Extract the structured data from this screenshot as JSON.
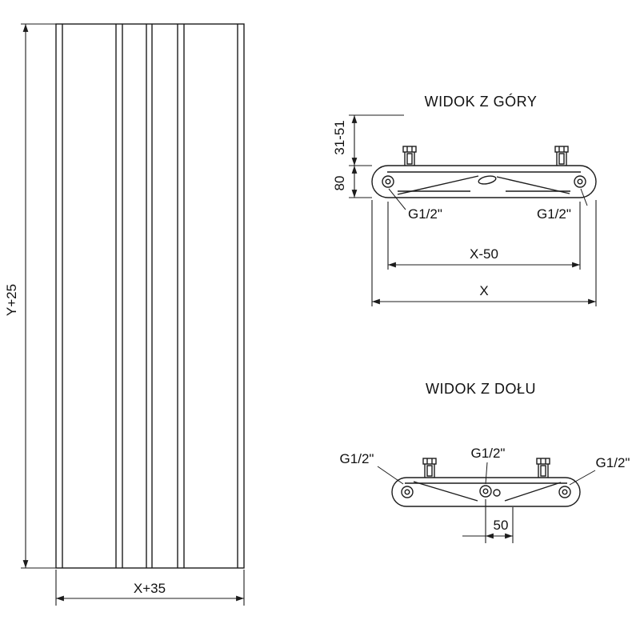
{
  "page": {
    "background": "#ffffff",
    "line_color": "#1c1c1c"
  },
  "front_view": {
    "height_dim": "Y+25",
    "width_dim": "X+35"
  },
  "top_view": {
    "title": "WIDOK Z GÓRY",
    "wall_distance_dim": "31-51",
    "depth_dim": "80",
    "left_port": "G1/2\"",
    "right_port": "G1/2\"",
    "port_spacing_dim": "X-50",
    "overall_width_dim": "X"
  },
  "bottom_view": {
    "title": "WIDOK Z DOŁU",
    "left_port": "G1/2\"",
    "center_port": "G1/2\"",
    "right_port": "G1/2\"",
    "center_offset_dim": "50"
  }
}
